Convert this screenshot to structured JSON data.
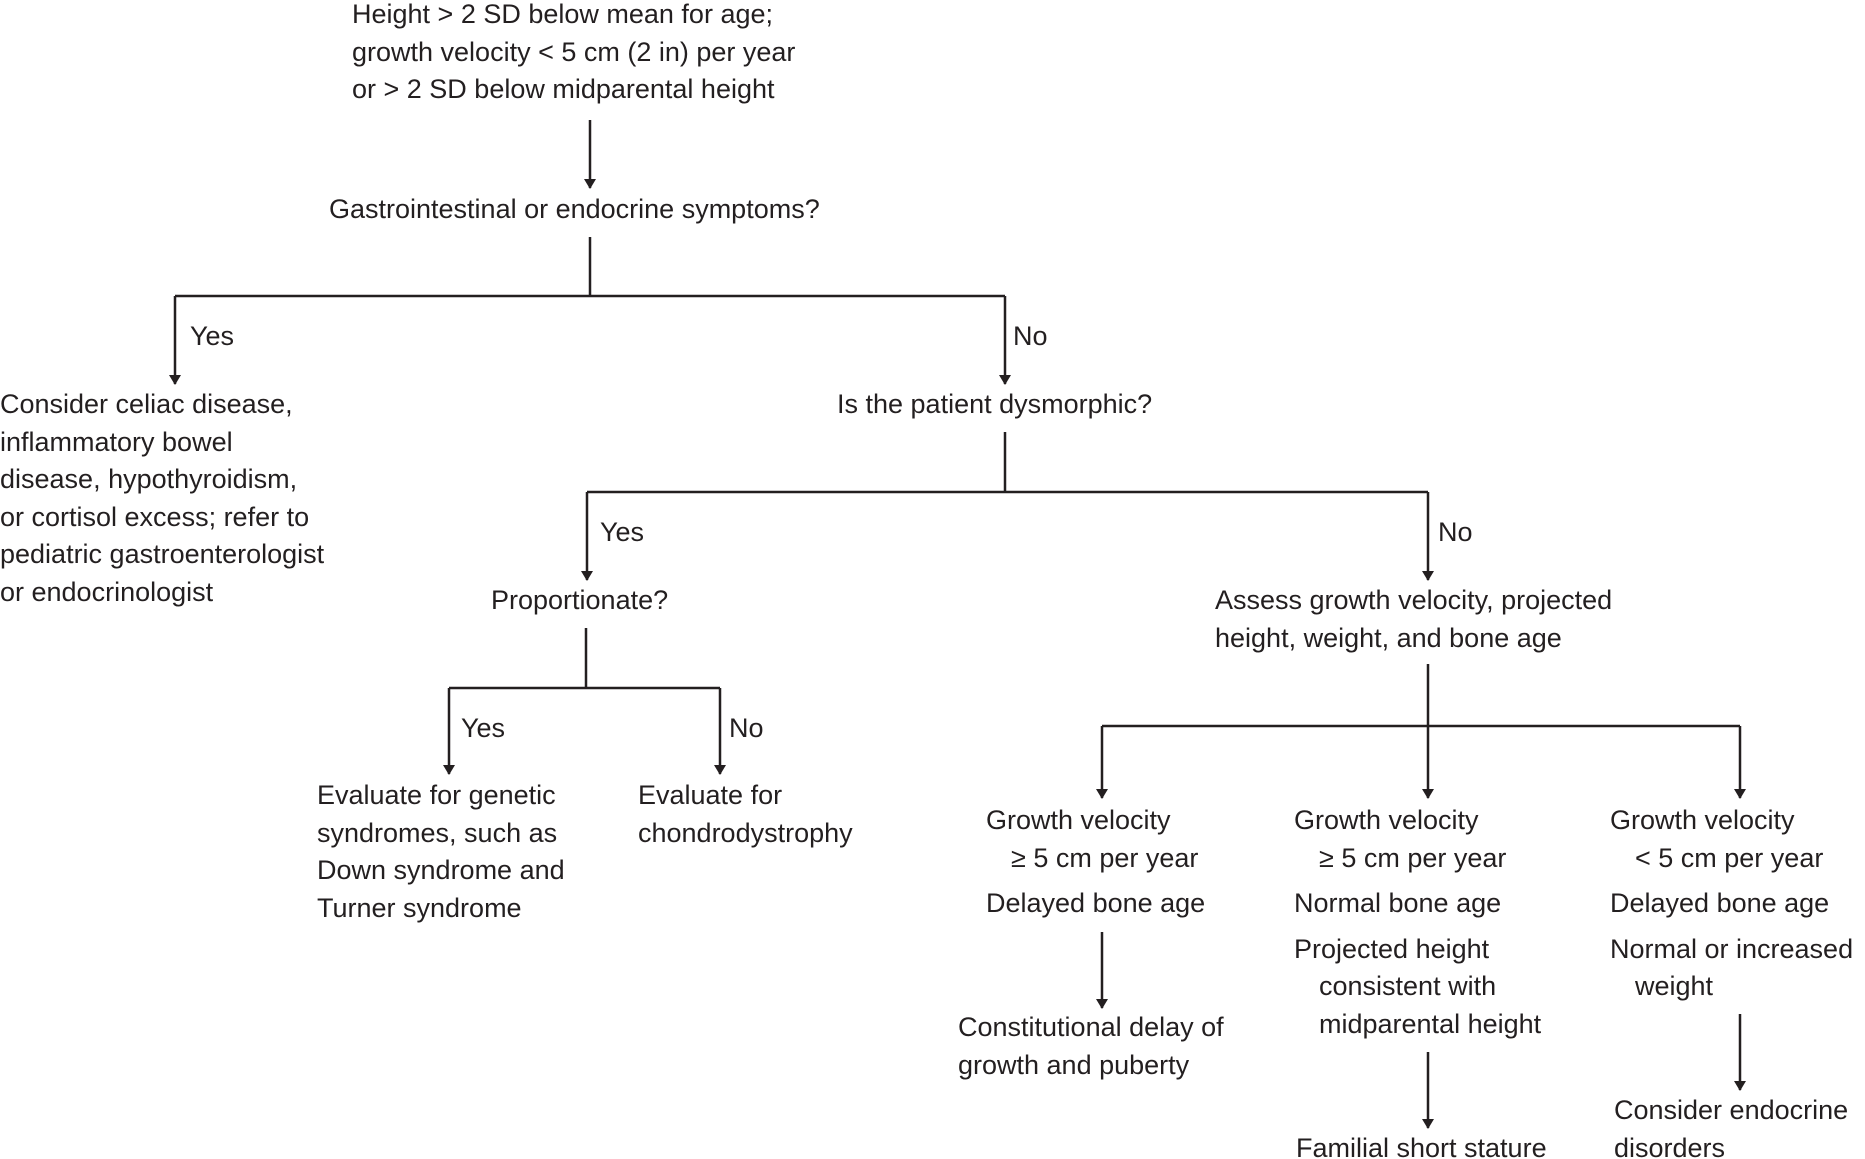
{
  "colors": {
    "ink": "#231f20",
    "background": "#ffffff"
  },
  "nodes": {
    "start": {
      "lines": [
        "Height > 2 SD below mean for age;",
        "growth velocity < 5 cm (2 in) per year",
        "or > 2 SD below midparental height"
      ]
    },
    "q_symptoms": {
      "lines": [
        "Gastrointestinal or endocrine symptoms?"
      ]
    },
    "celiac": {
      "lines": [
        "Consider celiac disease,",
        "inflammatory bowel",
        "disease, hypothyroidism,",
        "or cortisol excess; refer to",
        "pediatric gastroenterologist",
        "or endocrinologist"
      ]
    },
    "q_dysmorphic": {
      "lines": [
        "Is the patient dysmorphic?"
      ]
    },
    "q_proportionate": {
      "lines": [
        "Proportionate?"
      ]
    },
    "assess": {
      "lines": [
        "Assess growth velocity, projected",
        "height, weight, and bone age"
      ]
    },
    "genetic": {
      "lines": [
        "Evaluate for genetic",
        "syndromes, such as",
        "Down syndrome and",
        "Turner syndrome"
      ]
    },
    "chondro": {
      "lines": [
        "Evaluate for",
        "chondrodystrophy"
      ]
    },
    "branch_a": {
      "velocity": [
        "Growth velocity",
        "≥ 5 cm per year"
      ],
      "bone_age": "Delayed bone age"
    },
    "branch_b": {
      "velocity": [
        "Growth velocity",
        "≥ 5 cm per year"
      ],
      "bone_age": "Normal bone age",
      "height": [
        "Projected height",
        "consistent with",
        "midparental height"
      ]
    },
    "branch_c": {
      "velocity": [
        "Growth velocity",
        "< 5 cm per year"
      ],
      "bone_age": "Delayed bone age",
      "weight": [
        "Normal or increased",
        "weight"
      ]
    },
    "constitutional": {
      "lines": [
        "Constitutional delay of",
        "growth and puberty"
      ]
    },
    "familial": {
      "lines": [
        "Familial short stature"
      ]
    },
    "endocrine": {
      "lines": [
        "Consider endocrine",
        "disorders"
      ]
    }
  },
  "edge_labels": {
    "symptoms_yes": "Yes",
    "symptoms_no": "No",
    "dysmorphic_yes": "Yes",
    "dysmorphic_no": "No",
    "proportionate_yes": "Yes",
    "proportionate_no": "No"
  }
}
